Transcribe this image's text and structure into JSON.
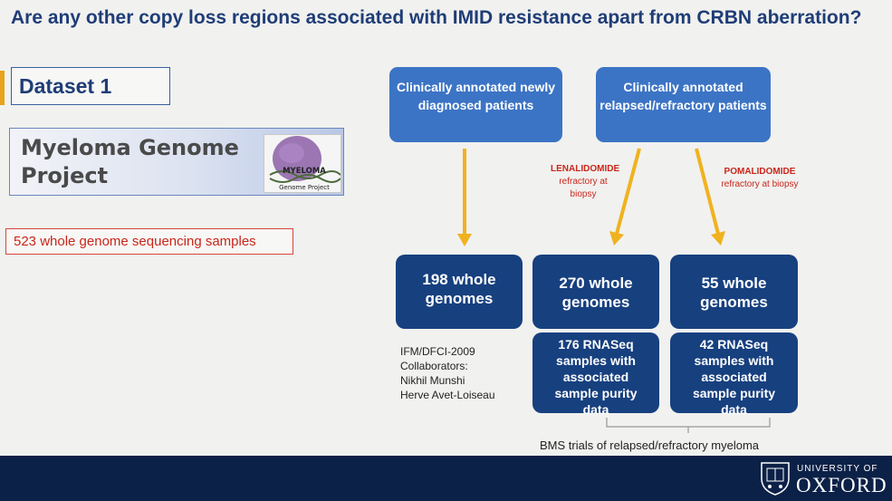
{
  "title": "Are any other copy loss regions associated with IMID resistance apart from CRBN aberration?",
  "dataset_label": "Dataset 1",
  "mgp_title": "Myeloma Genome Project",
  "logo_text_top": "MYELOMA",
  "logo_text_bottom": "Genome Project",
  "samples_label": "523 whole genome sequencing samples",
  "top_boxes": {
    "newly_diagnosed": "Clinically annotated newly diagnosed patients",
    "relapsed": "Clinically annotated relapsed/refractory patients"
  },
  "notes": {
    "lenalidomide_drug": "LENALIDOMIDE",
    "lenalidomide_rest": "refractory at biopsy",
    "pomalidomide_drug": "POMALIDOMIDE",
    "pomalidomide_rest": "refractory at biopsy"
  },
  "genome_boxes": {
    "g198": "198 whole genomes",
    "g270": "270 whole genomes",
    "g55": "55 whole genomes"
  },
  "rnaseq_boxes": {
    "r176": "176 RNASeq samples with associated sample purity data",
    "r42": "42 RNASeq samples with associated sample purity data"
  },
  "collaborators": {
    "line1": "IFM/DFCI-2009",
    "line2": "Collaborators:",
    "line3": "Nikhil Munshi",
    "line4": "Herve Avet-Loiseau"
  },
  "bms_caption": "BMS trials of relapsed/refractory myeloma",
  "footer": {
    "university_of": "UNIVERSITY OF",
    "oxford": "OXFORD"
  },
  "colors": {
    "title": "#1f3d77",
    "arrow": "#f0b21e",
    "light_box": "#3c74c5",
    "dark_box": "#17407f",
    "red_text": "#c9261b",
    "footer": "#0c2147"
  }
}
